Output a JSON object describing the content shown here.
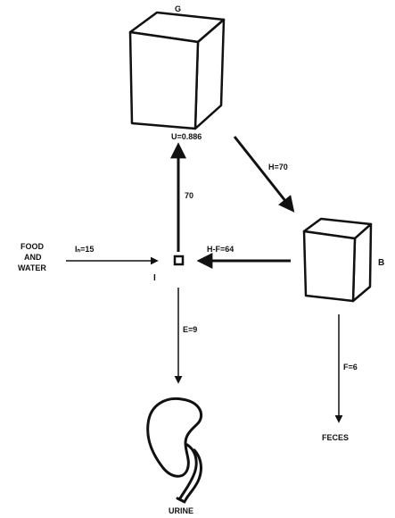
{
  "compartments": {
    "g_label": "G",
    "b_label": "B",
    "i_label": "I"
  },
  "flows": {
    "u_label": "U=0.886",
    "h_label": "H=70",
    "up_label": "70",
    "in_label": "Iₙ=15",
    "hf_label": "H-F=64",
    "e_label": "E=9",
    "f_label": "F=6"
  },
  "sources_sinks": {
    "food": "FOOD",
    "and": "AND",
    "water": "WATER",
    "feces": "FECES",
    "urine": "URINE"
  },
  "colors": {
    "ink": "#111111",
    "background": "#ffffff"
  }
}
